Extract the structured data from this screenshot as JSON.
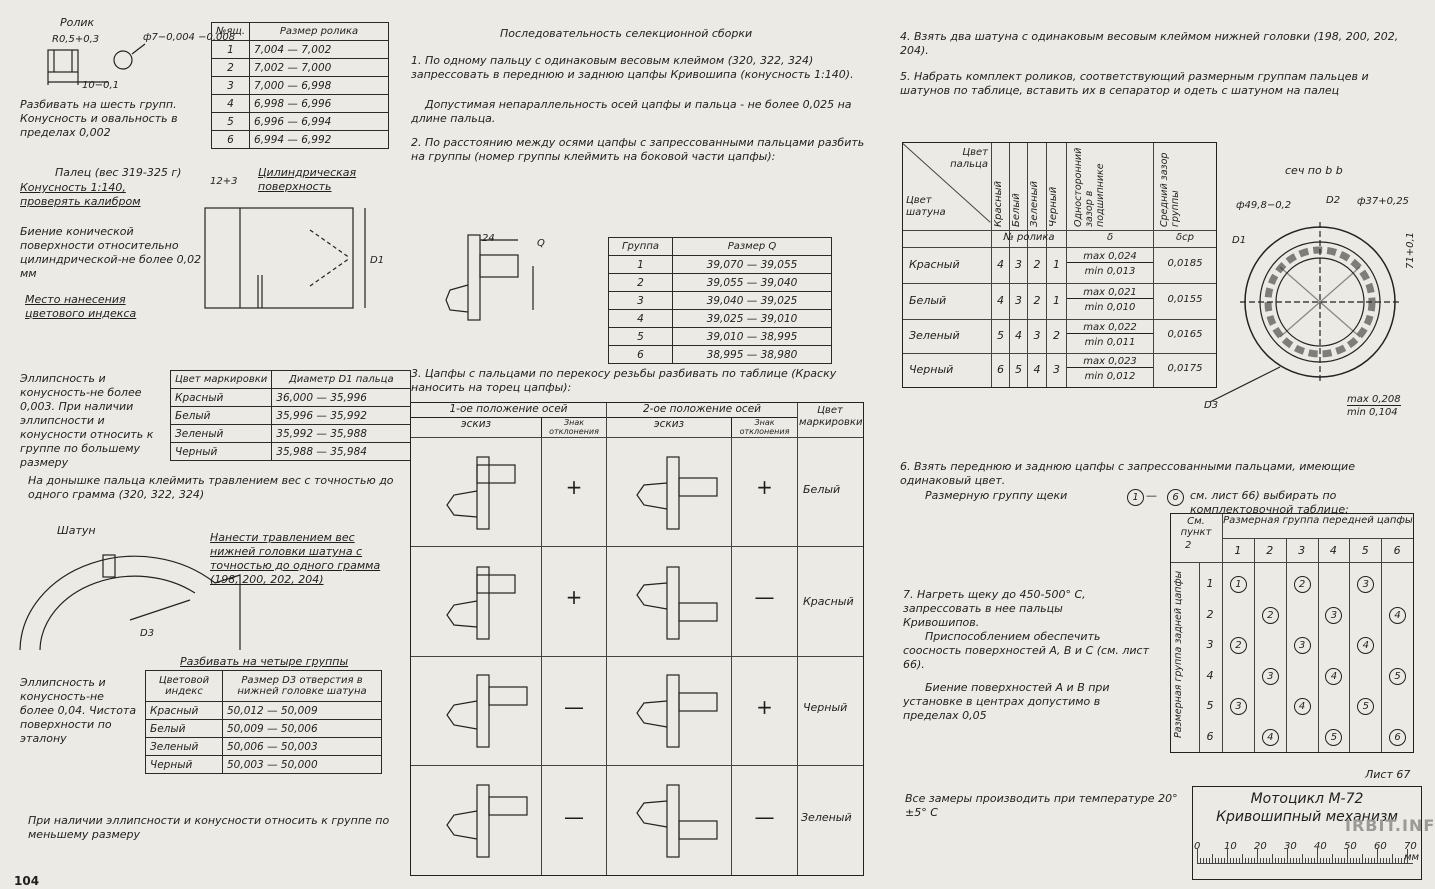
{
  "page_number": "104",
  "sheet_label": "Лист 67",
  "watermark": "IRBIT.INFO",
  "roller": {
    "title": "Ролик",
    "dim_r": "R0,5+0,3",
    "dim_d": "ф7−0,004 −0,008",
    "dim_len": "10−0,1",
    "note": "Разбивать на шесть групп. Конусность и овальность в пределах 0,002",
    "table_headers": [
      "№ящ.",
      "Размер ролика"
    ],
    "rows": [
      [
        "1",
        "7,004 — 7,002"
      ],
      [
        "2",
        "7,002 — 7,000"
      ],
      [
        "3",
        "7,000 — 6,998"
      ],
      [
        "4",
        "6,998 — 6,996"
      ],
      [
        "5",
        "6,996 — 6,994"
      ],
      [
        "6",
        "6,994 — 6,992"
      ]
    ]
  },
  "pin": {
    "title": "Палец (вес 319-325 г)",
    "taper": "Конусность 1:140, проверять калибром",
    "cyl_surface": "Цилиндрическая поверхность",
    "dim12": "12+3",
    "beat": "Биение конической поверхности относительно цилиндрической-не более 0,02 мм",
    "index_place": "Место нанесения цветового индекса",
    "d1": "D1",
    "ellipse_note": "Эллипсность и конусность-не более 0,003. При наличии эллипсности и конусности относить к группе по большему размеру",
    "table_headers": [
      "Цвет маркировки",
      "Диаметр D1 пальца"
    ],
    "rows": [
      [
        "Красный",
        "36,000 — 35,996"
      ],
      [
        "Белый",
        "35,996 — 35,992"
      ],
      [
        "Зеленый",
        "35,992 — 35,988"
      ],
      [
        "Черный",
        "35,988 — 35,984"
      ]
    ],
    "weight_note": "На донышке пальца клеймить травлением вес с точностью до одного грамма (320, 322, 324)"
  },
  "rod": {
    "title": "Шатун",
    "etch_note": "Нанести травлением вес нижней головки шатуна с точностью до одного грамма (198, 200, 202, 204)",
    "d3": "D3",
    "four_groups": "Разбивать на четыре группы",
    "ellipse_note": "Эллипсность и конусность-не более 0,04. Чистота поверхности по эталону",
    "table_headers": [
      "Цветовой индекс",
      "Размер D3 отверстия в нижней головке шатуна"
    ],
    "rows": [
      [
        "Красный",
        "50,012 — 50,009"
      ],
      [
        "Белый",
        "50,009 — 50,006"
      ],
      [
        "Зеленый",
        "50,006 — 50,003"
      ],
      [
        "Черный",
        "50,003 — 50,000"
      ]
    ],
    "bottom_note": "При наличии эллипсности и конусности относить к группе по меньшему размеру"
  },
  "sequence": {
    "title": "Последовательность селекционной сборки",
    "step1": "1. По одному пальцу с одинаковым весовым клеймом (320, 322, 324) запрессовать в переднюю и заднюю цапфы Кривошипа (конусность 1:140).",
    "step1b": "Допустимая непараллельность осей цапфы и пальца - не более 0,025 на длине пальца.",
    "step2": "2. По расстоянию между осями цапфы с запрессованными пальцами разбить на группы (номер группы клеймить на боковой части цапфы):",
    "dim24": "24",
    "dimQ": "Q",
    "q_headers": [
      "Группа",
      "Размер Q"
    ],
    "q_rows": [
      [
        "1",
        "39,070 — 39,055"
      ],
      [
        "2",
        "39,055 — 39,040"
      ],
      [
        "3",
        "39,040 — 39,025"
      ],
      [
        "4",
        "39,025 — 39,010"
      ],
      [
        "5",
        "39,010 — 38,995"
      ],
      [
        "6",
        "38,995 — 38,980"
      ]
    ],
    "step3": "3. Цапфы с пальцами по перекосу резьбы разбивать по таблице (Краску наносить на торец цапфы):",
    "pos_headers": [
      "1-ое положение осей",
      "2-ое положение осей",
      "Цвет маркировки"
    ],
    "pos_sub": [
      "эскиз",
      "Знак отклонения",
      "эскиз",
      "Знак отклонения"
    ],
    "pos_rows": [
      [
        "+",
        "+",
        "Белый"
      ],
      [
        "+",
        "—",
        "Красный"
      ],
      [
        "—",
        "+",
        "Черный"
      ],
      [
        "—",
        "—",
        "Зеленый"
      ]
    ]
  },
  "right": {
    "step4": "4. Взять два шатуна с одинаковым весовым клеймом нижней головки (198, 200, 202, 204).",
    "step5": "5. Набрать комплект роликов, соответствующий размерным группам пальцев и шатунов по таблице, вставить их в сепаратор и одеть с шатуном на палец",
    "t_corner_top": "Цвет пальца",
    "t_corner_bot": "Цвет шатуна",
    "t_cols": [
      "Красный",
      "Белый",
      "Зеленый",
      "Черный",
      "Односторонний зазор в подшипнике",
      "Средний зазор группы"
    ],
    "t_sub": [
      "№ ролика",
      "δ",
      "δср"
    ],
    "t_rows": [
      {
        "c": "Красный",
        "n": [
          "4",
          "3",
          "2",
          "1"
        ],
        "max": "max 0,024",
        "min": "min 0,013",
        "avg": "0,0185"
      },
      {
        "c": "Белый",
        "n": [
          "4",
          "3",
          "2",
          "1"
        ],
        "max": "max 0,021",
        "min": "min 0,010",
        "avg": "0,0155"
      },
      {
        "c": "Зеленый",
        "n": [
          "5",
          "4",
          "3",
          "2"
        ],
        "max": "max 0,022",
        "min": "min 0,011",
        "avg": "0,0165"
      },
      {
        "c": "Черный",
        "n": [
          "6",
          "5",
          "4",
          "3"
        ],
        "max": "max 0,023",
        "min": "min 0,012",
        "avg": "0,0175"
      }
    ],
    "section": "сеч по b b",
    "dim_49": "ф49,8−0,2",
    "dim_37": "ф37+0,25",
    "dim_71": "71+0,1",
    "d1": "D1",
    "d3": "D3",
    "d2": "D2",
    "clear_max": "max 0,208",
    "clear_min": "min 0,104",
    "step6": "6. Взять переднюю и заднюю цапфы с запрессованными пальцами, имеющие одинаковый цвет.",
    "step6b_a": "Размерную группу щеки",
    "step6b_c1": "1",
    "step6b_c6": "6",
    "step6b_b": "см. лист 66) выбирать по комплектовочной таблице:",
    "step7": "7. Нагреть щеку до 450-500° С, запрессовать в нее пальцы Кривошипов.",
    "step7b": "Приспособлением обеспечить соосность поверхностей А, В и С (см. лист 66).",
    "step7c": "Биение поверхностей А и В при установке в центрах допустимо в пределах 0,05",
    "temp": "Все замеры производить при температуре 20°±5° С",
    "m_corner_a": "См. пункт",
    "m_corner_b": "2",
    "m_top": "Размерная группа передней цапфы",
    "m_left": "Размерная группа задней цапфы",
    "m_cols": [
      "1",
      "2",
      "3",
      "4",
      "5",
      "6"
    ],
    "m_rows": [
      [
        "1",
        "1",
        "",
        "2",
        "",
        "3",
        ""
      ],
      [
        "2",
        "",
        "2",
        "",
        "3",
        "",
        "4"
      ],
      [
        "3",
        "2",
        "",
        "3",
        "",
        "4",
        ""
      ],
      [
        "4",
        "",
        "3",
        "",
        "4",
        "",
        "5"
      ],
      [
        "5",
        "3",
        "",
        "4",
        "",
        "5",
        ""
      ],
      [
        "6",
        "",
        "4",
        "",
        "5",
        "",
        "6"
      ]
    ],
    "title1": "Мотоцикл М-72",
    "title2": "Кривошипный механизм",
    "scale": [
      "0",
      "10",
      "20",
      "30",
      "40",
      "50",
      "60",
      "70 мм"
    ]
  }
}
